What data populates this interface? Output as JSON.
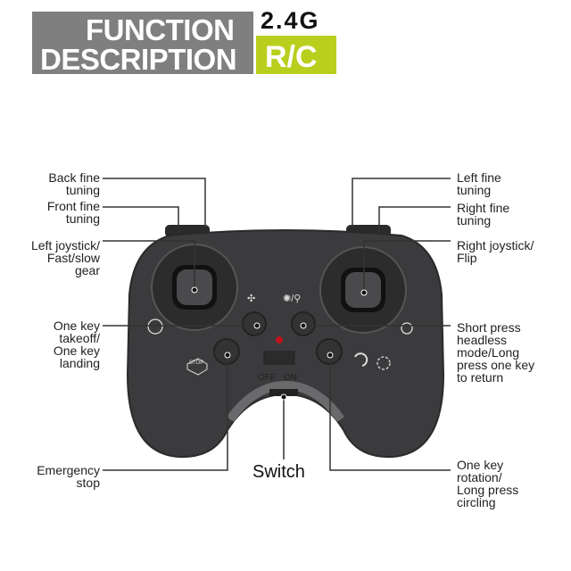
{
  "header": {
    "line1": "FUNCTION",
    "line2": "DESCRIPTION",
    "frequency": "2.4G",
    "rc": "R/C",
    "grey": "#7f7f7f",
    "green": "#b9cf1e"
  },
  "labels": {
    "back_fine_tuning": "Back fine\ntuning",
    "front_fine_tuning": "Front fine\ntuning",
    "left_joystick": "Left joystick/\nFast/slow\ngear",
    "one_key_takeoff": "One key\ntakeoff/\nOne key\nlanding",
    "emergency_stop": "Emergency\nstop",
    "switch": "Switch",
    "left_fine_tuning": "Left fine\ntuning",
    "right_fine_tuning": "Right fine\ntuning",
    "right_joystick": "Right joystick/\nFlip",
    "short_press": "Short press\nheadless\nmode/Long\npress one key\nto return",
    "one_key_rotation": "One key\nrotation/\nLong press\ncircling"
  },
  "controller": {
    "off": "OFF",
    "on": "ON",
    "stop": "STOP",
    "body_color": "#3b3b3d",
    "led_color": "#c0141b"
  }
}
